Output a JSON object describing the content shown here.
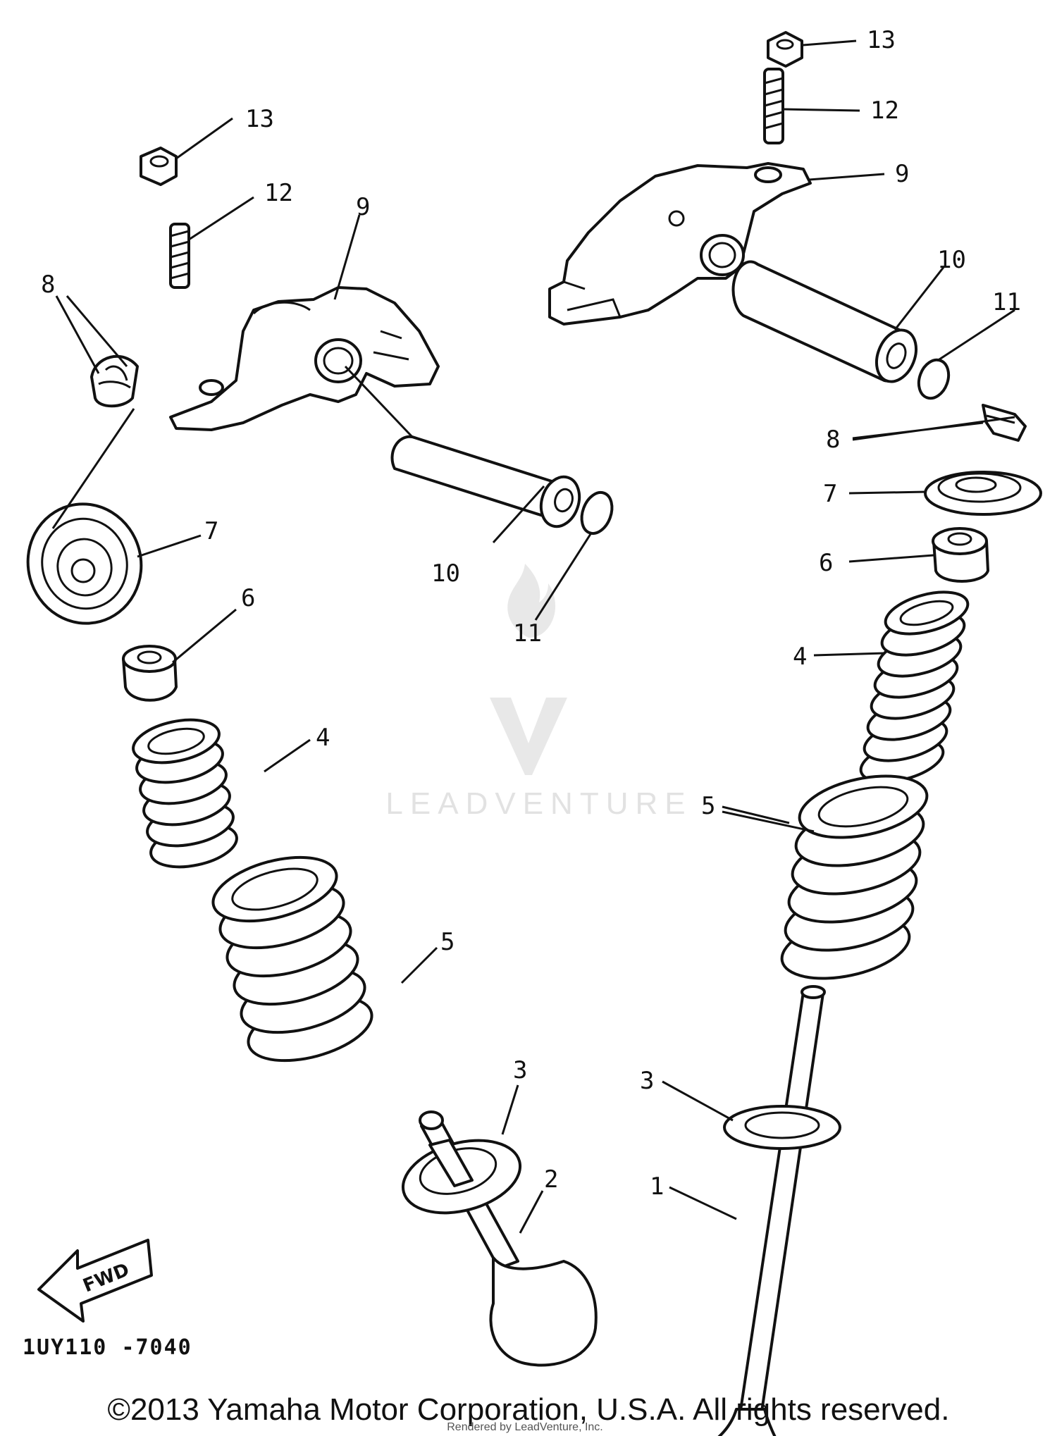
{
  "callouts": {
    "n1": "1",
    "n2": "2",
    "n3a": "3",
    "n3b": "3",
    "n4a": "4",
    "n4b": "4",
    "n5a": "5",
    "n5b": "5",
    "n6a": "6",
    "n6b": "6",
    "n7a": "7",
    "n7b": "7",
    "n8a": "8",
    "n8b": "8",
    "n9a": "9",
    "n9b": "9",
    "n10a": "10",
    "n10b": "10",
    "n11a": "11",
    "n11b": "11",
    "n12a": "12",
    "n12b": "12",
    "n13a": "13",
    "n13b": "13"
  },
  "fwd_label": "FWD",
  "diagram_code": "1UY110 -7040",
  "copyright": "©2013 Yamaha Motor Corporation, U.S.A. All rights reserved.",
  "rendered_by": "Rendered by LeadVenture, Inc.",
  "watermark": "LEADVENTURE",
  "colors": {
    "line": "#111111",
    "background": "#ffffff",
    "watermark": "#cccccc"
  }
}
